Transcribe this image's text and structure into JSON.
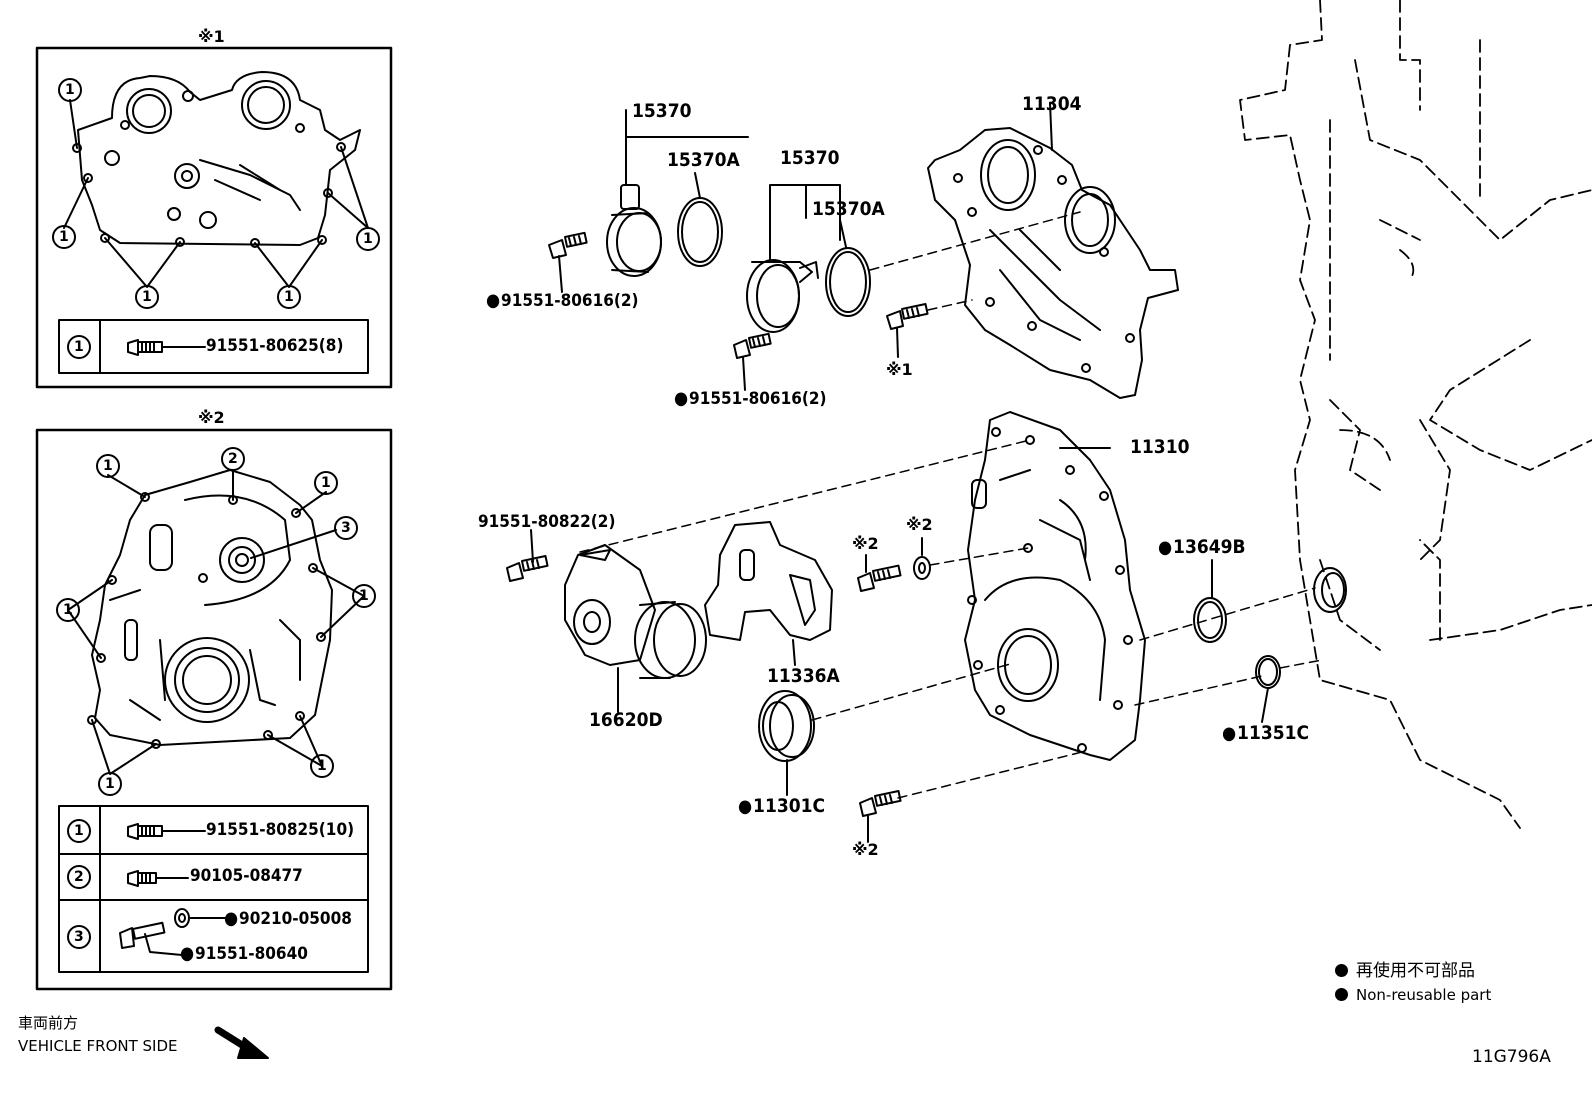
{
  "drawing_id": "11G796A",
  "refs": {
    "r1": "※1",
    "r2": "※2"
  },
  "box1": {
    "title": "※1",
    "callout": "1",
    "table": [
      {
        "key": "1",
        "part": "91551-80625(8)"
      }
    ]
  },
  "box2": {
    "title": "※2",
    "callouts": [
      "1",
      "2",
      "3"
    ],
    "table": [
      {
        "key": "1",
        "part": "91551-80825(10)"
      },
      {
        "key": "2",
        "part": "90105-08477"
      },
      {
        "key": "3",
        "part_a": "90210-05008",
        "part_b": "91551-80640"
      }
    ]
  },
  "parts": {
    "p15370_a": "15370",
    "p15370A_a": "15370A",
    "p15370_b": "15370",
    "p15370A_b": "15370A",
    "p11304": "11304",
    "bolt_a": "91551-80616(2)",
    "bolt_b": "91551-80616(2)",
    "ref_a": "※1",
    "p11310": "11310",
    "bolt_c": "91551-80822(2)",
    "ref_b": "※2",
    "ref_c": "※2",
    "p13649B": "13649B",
    "p11336A": "11336A",
    "p16620D": "16620D",
    "p11351C": "11351C",
    "p11301C": "11301C",
    "ref_d": "※2"
  },
  "legend": {
    "jp": "再使用不可部品",
    "en": "Non-reusable part"
  },
  "direction": {
    "jp": "車両前方",
    "en": "VEHICLE FRONT SIDE"
  }
}
